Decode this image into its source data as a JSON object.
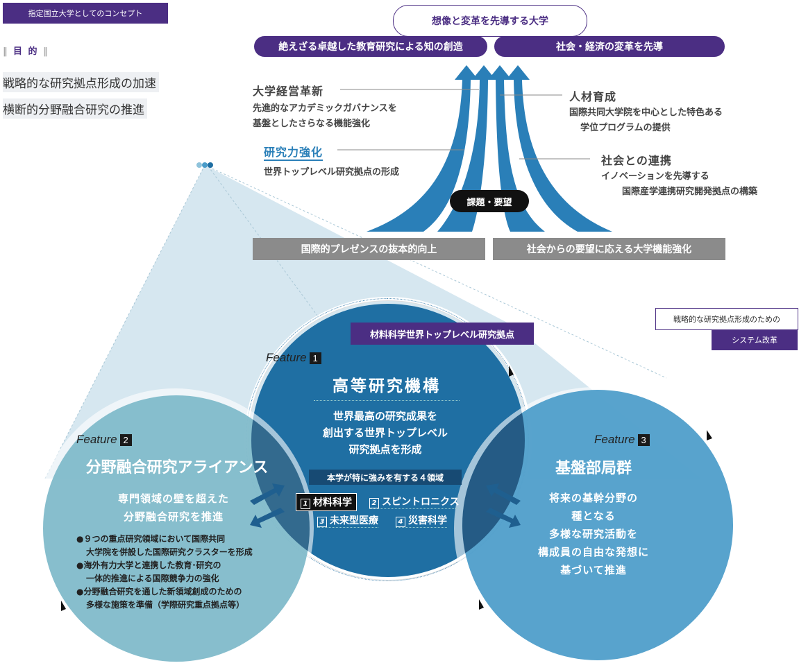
{
  "header": {
    "tag": "指定国立大学としてのコンセプト",
    "purpose_label": "目 的",
    "goals": [
      "戦略的な研究拠点形成の加速",
      "横断的分野融合研究の推進"
    ]
  },
  "vision": {
    "top": "想像と変革を先導する大学",
    "left_pill": "絶えざる卓越した教育研究による知の創造",
    "right_pill": "社会・経済の変革を先導",
    "center_badge": "課題・要望",
    "bottom_left": "国際的プレゼンスの抜本的向上",
    "bottom_right": "社会からの要望に応える大学機能強化"
  },
  "pillars": {
    "management": {
      "title": "大学経営革新",
      "lines": [
        "先進的なアカデミックガバナンスを",
        "基盤としたさらなる機能強化"
      ]
    },
    "research": {
      "title": "研究力強化",
      "lines": [
        "世界トップレベル研究拠点の形成"
      ]
    },
    "talent": {
      "title": "人材育成",
      "lines": [
        "国際共同大学院を中心とした特色ある",
        "学位プログラムの提供"
      ]
    },
    "society": {
      "title": "社会との連携",
      "lines": [
        "イノベーションを先導する",
        "国際産学連携研究開発拠点の構築"
      ]
    }
  },
  "system_reform": {
    "line1": "戦略的な研究拠点形成のための",
    "line2": "システム改革"
  },
  "feature1": {
    "label": "Feature",
    "number": "1",
    "banner": "材料科学世界トップレベル研究拠点",
    "title": "高等研究機構",
    "lines": [
      "世界最高の研究成果を",
      "創出する世界トップレベル",
      "研究拠点を形成"
    ],
    "fields_header": "本学が特に強みを有する４領域",
    "fields": [
      {
        "num": "1",
        "name": "材料科学"
      },
      {
        "num": "2",
        "name": "スピントロニクス"
      },
      {
        "num": "3",
        "name": "未来型医療"
      },
      {
        "num": "4",
        "name": "災害科学"
      }
    ]
  },
  "feature2": {
    "label": "Feature",
    "number": "2",
    "title": "分野融合研究アライアンス",
    "lines": [
      "専門領域の壁を超えた",
      "分野融合研究を推進"
    ],
    "bullets": [
      [
        "●９つの重点研究領域において国際共同",
        "大学院を併設した国際研究クラスターを形成"
      ],
      [
        "●海外有力大学と連携した教育･研究の",
        "一体的推進による国際競争力の強化"
      ],
      [
        "●分野融合研究を通した新領域創成のための",
        "多様な施策を準備（学際研究重点拠点等）"
      ]
    ]
  },
  "feature3": {
    "label": "Feature",
    "number": "3",
    "title": "基盤部局群",
    "lines": [
      "将来の基幹分野の",
      "種となる",
      "多様な研究活動を",
      "構成員の自由な発想に",
      "基づいて推進"
    ]
  },
  "colors": {
    "purple": "#4b2e83",
    "blue": "#2a7fb8",
    "light_blue": "#79b6c8",
    "dark_blue": "#1f5f8f",
    "gray": "#8b8b8b"
  }
}
